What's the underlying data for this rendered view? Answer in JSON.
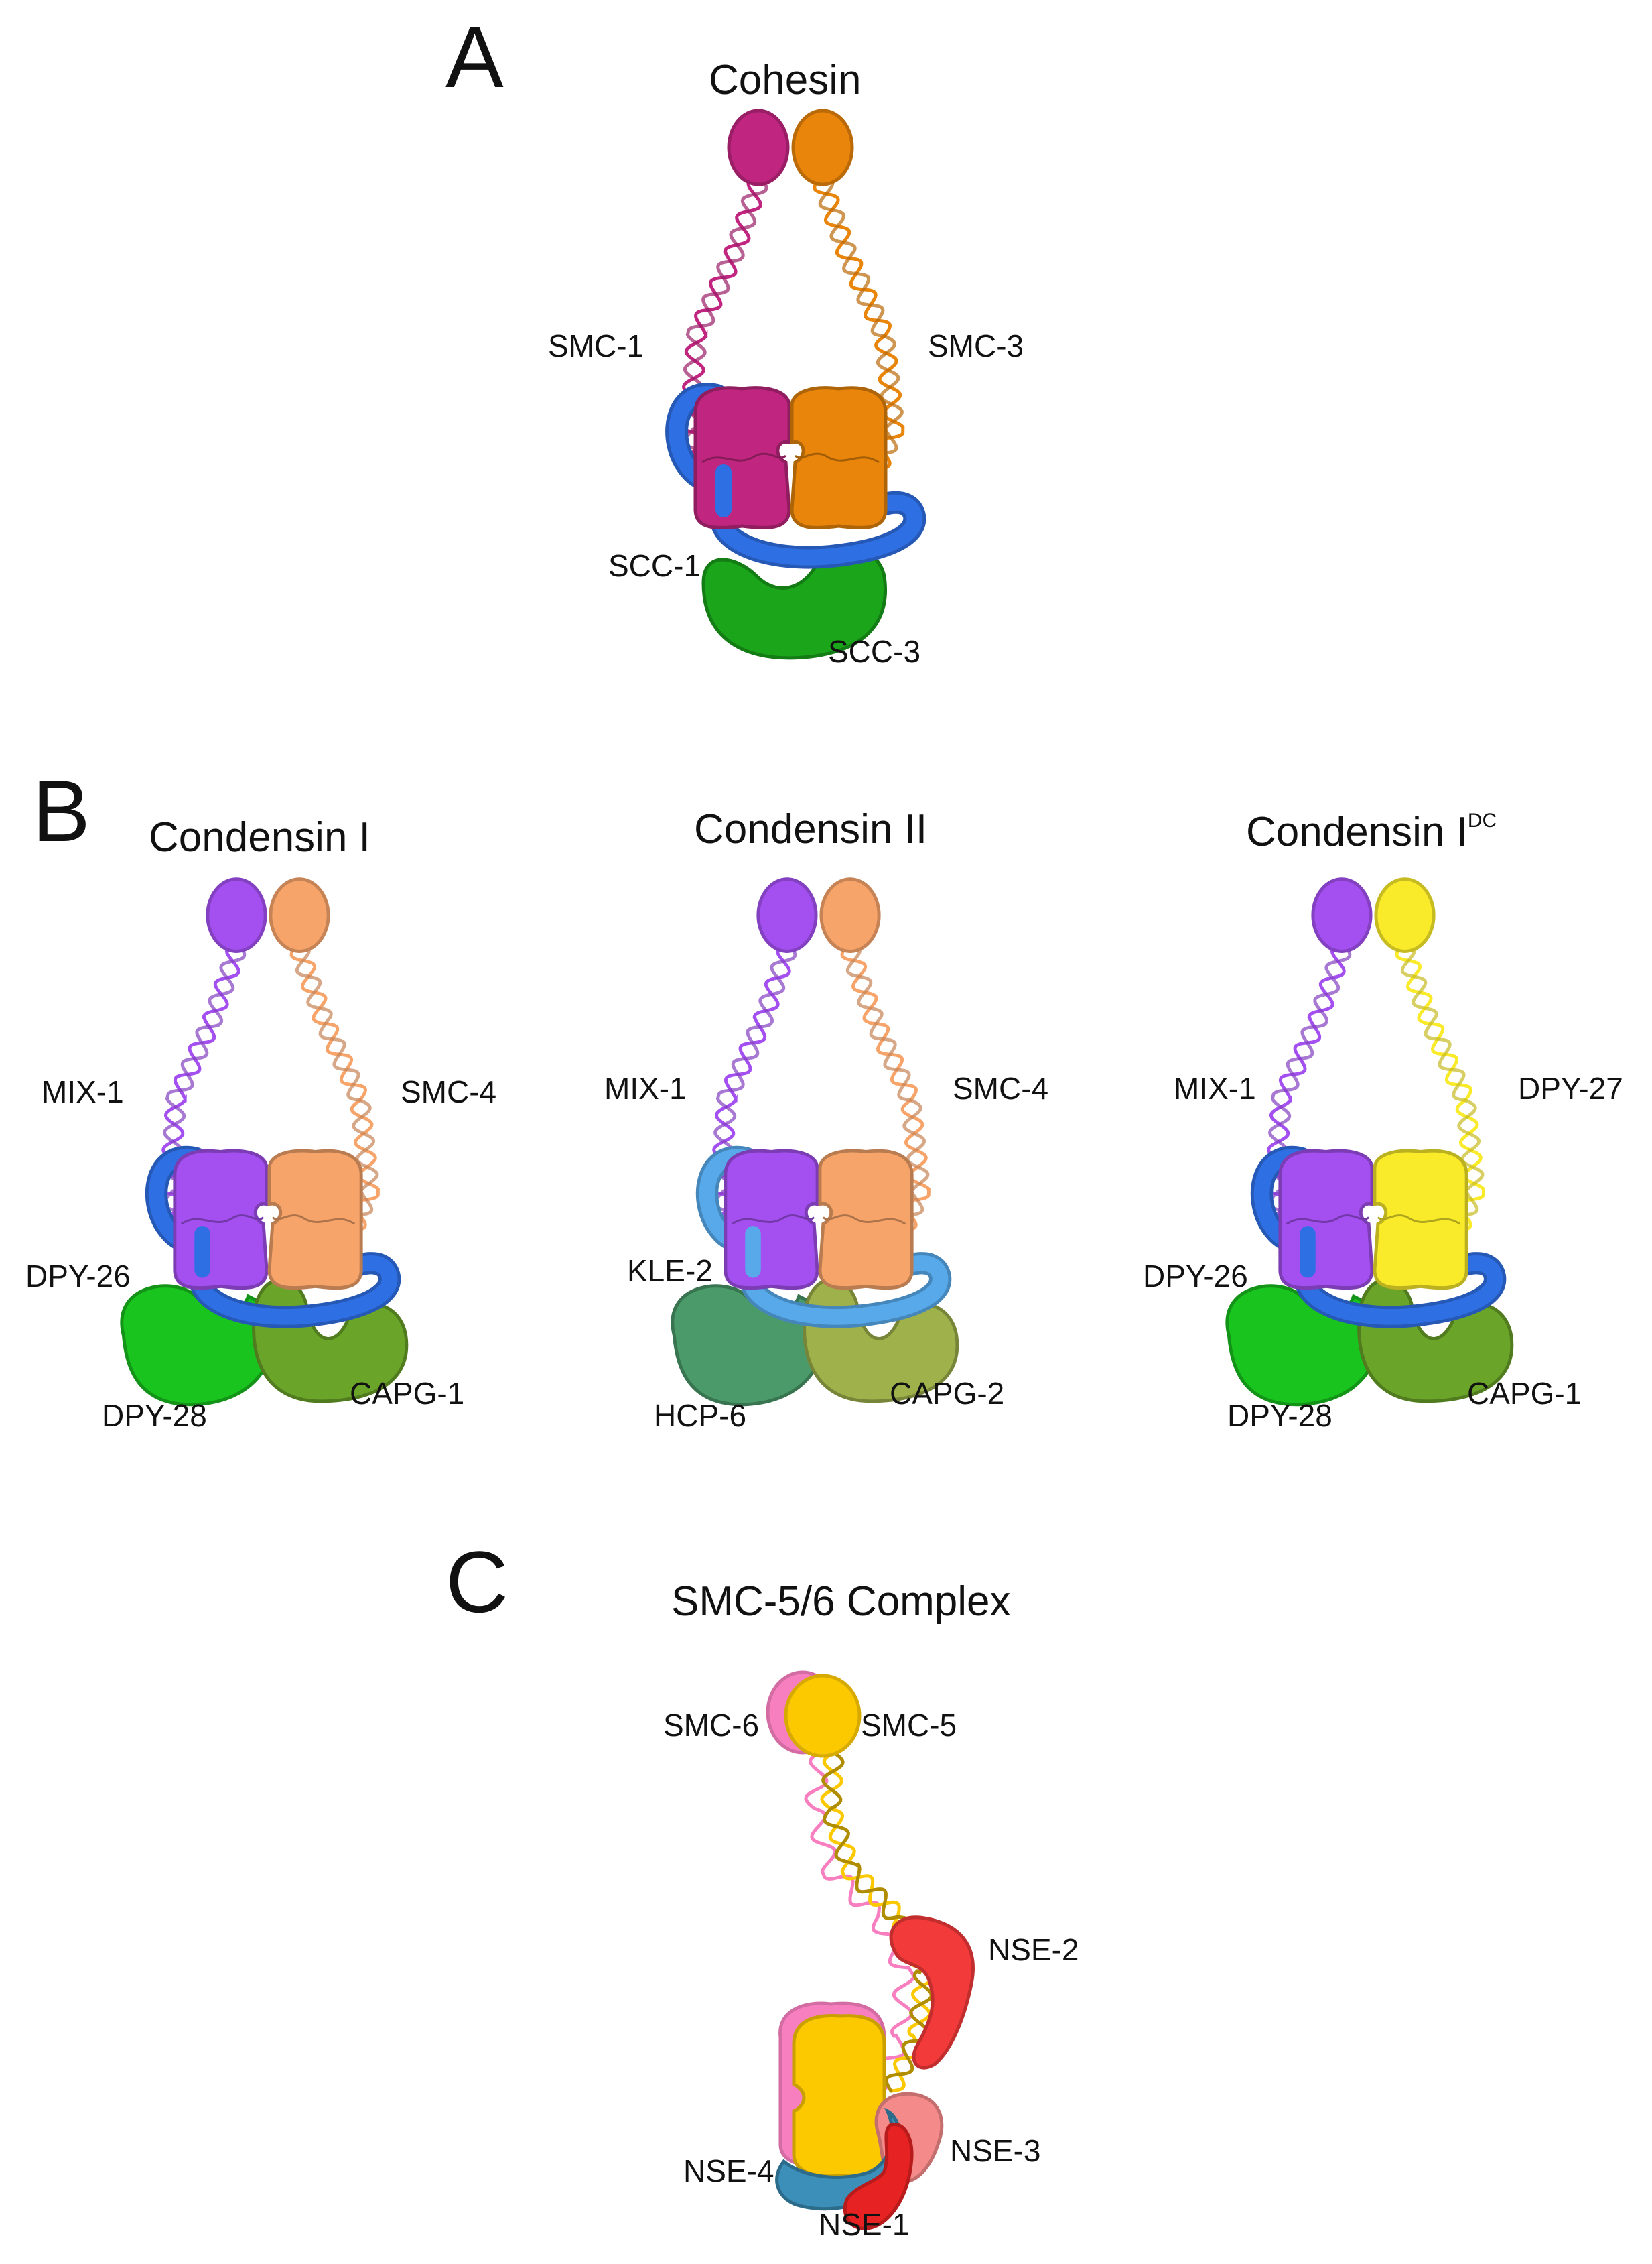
{
  "panels": {
    "a": {
      "letter": "A",
      "title": "Cohesin",
      "labels": {
        "left_smc": "SMC-1",
        "right_smc": "SMC-3",
        "kleisin": "SCC-1",
        "heat": "SCC-3"
      }
    },
    "b": {
      "letter": "B",
      "complexes": [
        {
          "title": "Condensin I",
          "labels": {
            "left_smc": "MIX-1",
            "right_smc": "SMC-4",
            "kleisin": "DPY-26",
            "heat_left": "DPY-28",
            "heat_right": "CAPG-1"
          }
        },
        {
          "title": "Condensin II",
          "labels": {
            "left_smc": "MIX-1",
            "right_smc": "SMC-4",
            "kleisin": "KLE-2",
            "heat_left": "HCP-6",
            "heat_right": "CAPG-2"
          }
        },
        {
          "title": "Condensin I",
          "title_sup": "DC",
          "labels": {
            "left_smc": "MIX-1",
            "right_smc": "DPY-27",
            "kleisin": "DPY-26",
            "heat_left": "DPY-28",
            "heat_right": "CAPG-1"
          }
        }
      ]
    },
    "c": {
      "letter": "C",
      "title": "SMC-5/6 Complex",
      "labels": {
        "smc6": "SMC-6",
        "smc5": "SMC-5",
        "nse2": "NSE-2",
        "nse3": "NSE-3",
        "nse4": "NSE-4",
        "nse1": "NSE-1"
      }
    }
  },
  "colors": {
    "smc1": "#c0267f",
    "smc3": "#e8850a",
    "kleisin": "#2f6fe4",
    "scc3": "#1aa51a",
    "mix1": "#a450f0",
    "smc4": "#f7a46a",
    "dpy27": "#f9ea2a",
    "dpy28": "#19c41e",
    "capg1": "#6aa428",
    "kle2": "#57a9ea",
    "hcp6": "#4a9a6a",
    "capg2": "#9fb14a",
    "smc5": "#fcc800",
    "smc6": "#f77fc0",
    "nse2": "#f23a3a",
    "nse3": "#f58a8a",
    "nse4": "#3c8fb8",
    "nse1": "#e62222"
  }
}
